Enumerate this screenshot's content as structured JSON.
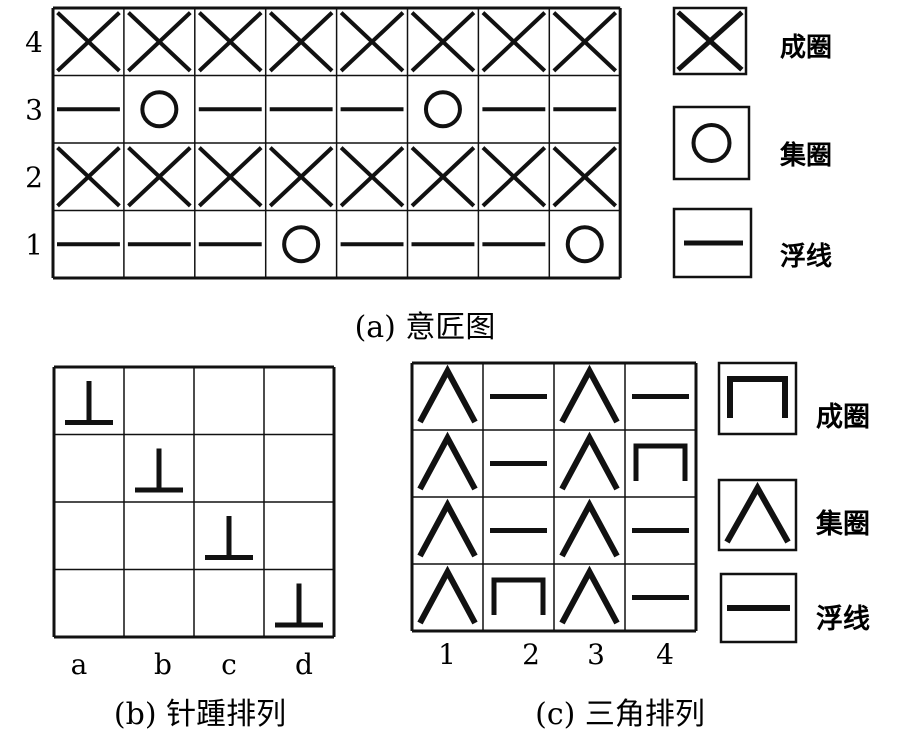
{
  "panel_a": {
    "caption": "(a) 意匠图",
    "row_labels": [
      "1",
      "2",
      "3",
      "4"
    ],
    "rows": [
      [
        "float",
        "float",
        "float",
        "tuck",
        "float",
        "float",
        "float",
        "tuck"
      ],
      [
        "knit",
        "knit",
        "knit",
        "knit",
        "knit",
        "knit",
        "knit",
        "knit"
      ],
      [
        "float",
        "tuck",
        "float",
        "float",
        "float",
        "tuck",
        "float",
        "float"
      ],
      [
        "knit",
        "knit",
        "knit",
        "knit",
        "knit",
        "knit",
        "knit",
        "knit"
      ]
    ],
    "legend": [
      {
        "symbol": "knit",
        "label": "成圈"
      },
      {
        "symbol": "tuck",
        "label": "集圈"
      },
      {
        "symbol": "float",
        "label": "浮线"
      }
    ]
  },
  "panel_b": {
    "caption": "(b) 针踵排列",
    "column_labels": [
      "a",
      "b",
      "c",
      "d"
    ],
    "butt_positions": [
      0,
      1,
      2,
      3
    ]
  },
  "panel_c": {
    "caption": "(c) 三角排列",
    "column_labels": [
      "1",
      "2",
      "3",
      "4"
    ],
    "rows": [
      [
        "tuck",
        "float",
        "tuck",
        "float"
      ],
      [
        "tuck",
        "float",
        "tuck",
        "knit"
      ],
      [
        "tuck",
        "float",
        "tuck",
        "float"
      ],
      [
        "tuck",
        "knit",
        "tuck",
        "float"
      ]
    ],
    "legend": [
      {
        "symbol": "knit",
        "label": "成圈"
      },
      {
        "symbol": "tuck",
        "label": "集圈"
      },
      {
        "symbol": "float",
        "label": "浮线"
      }
    ]
  }
}
